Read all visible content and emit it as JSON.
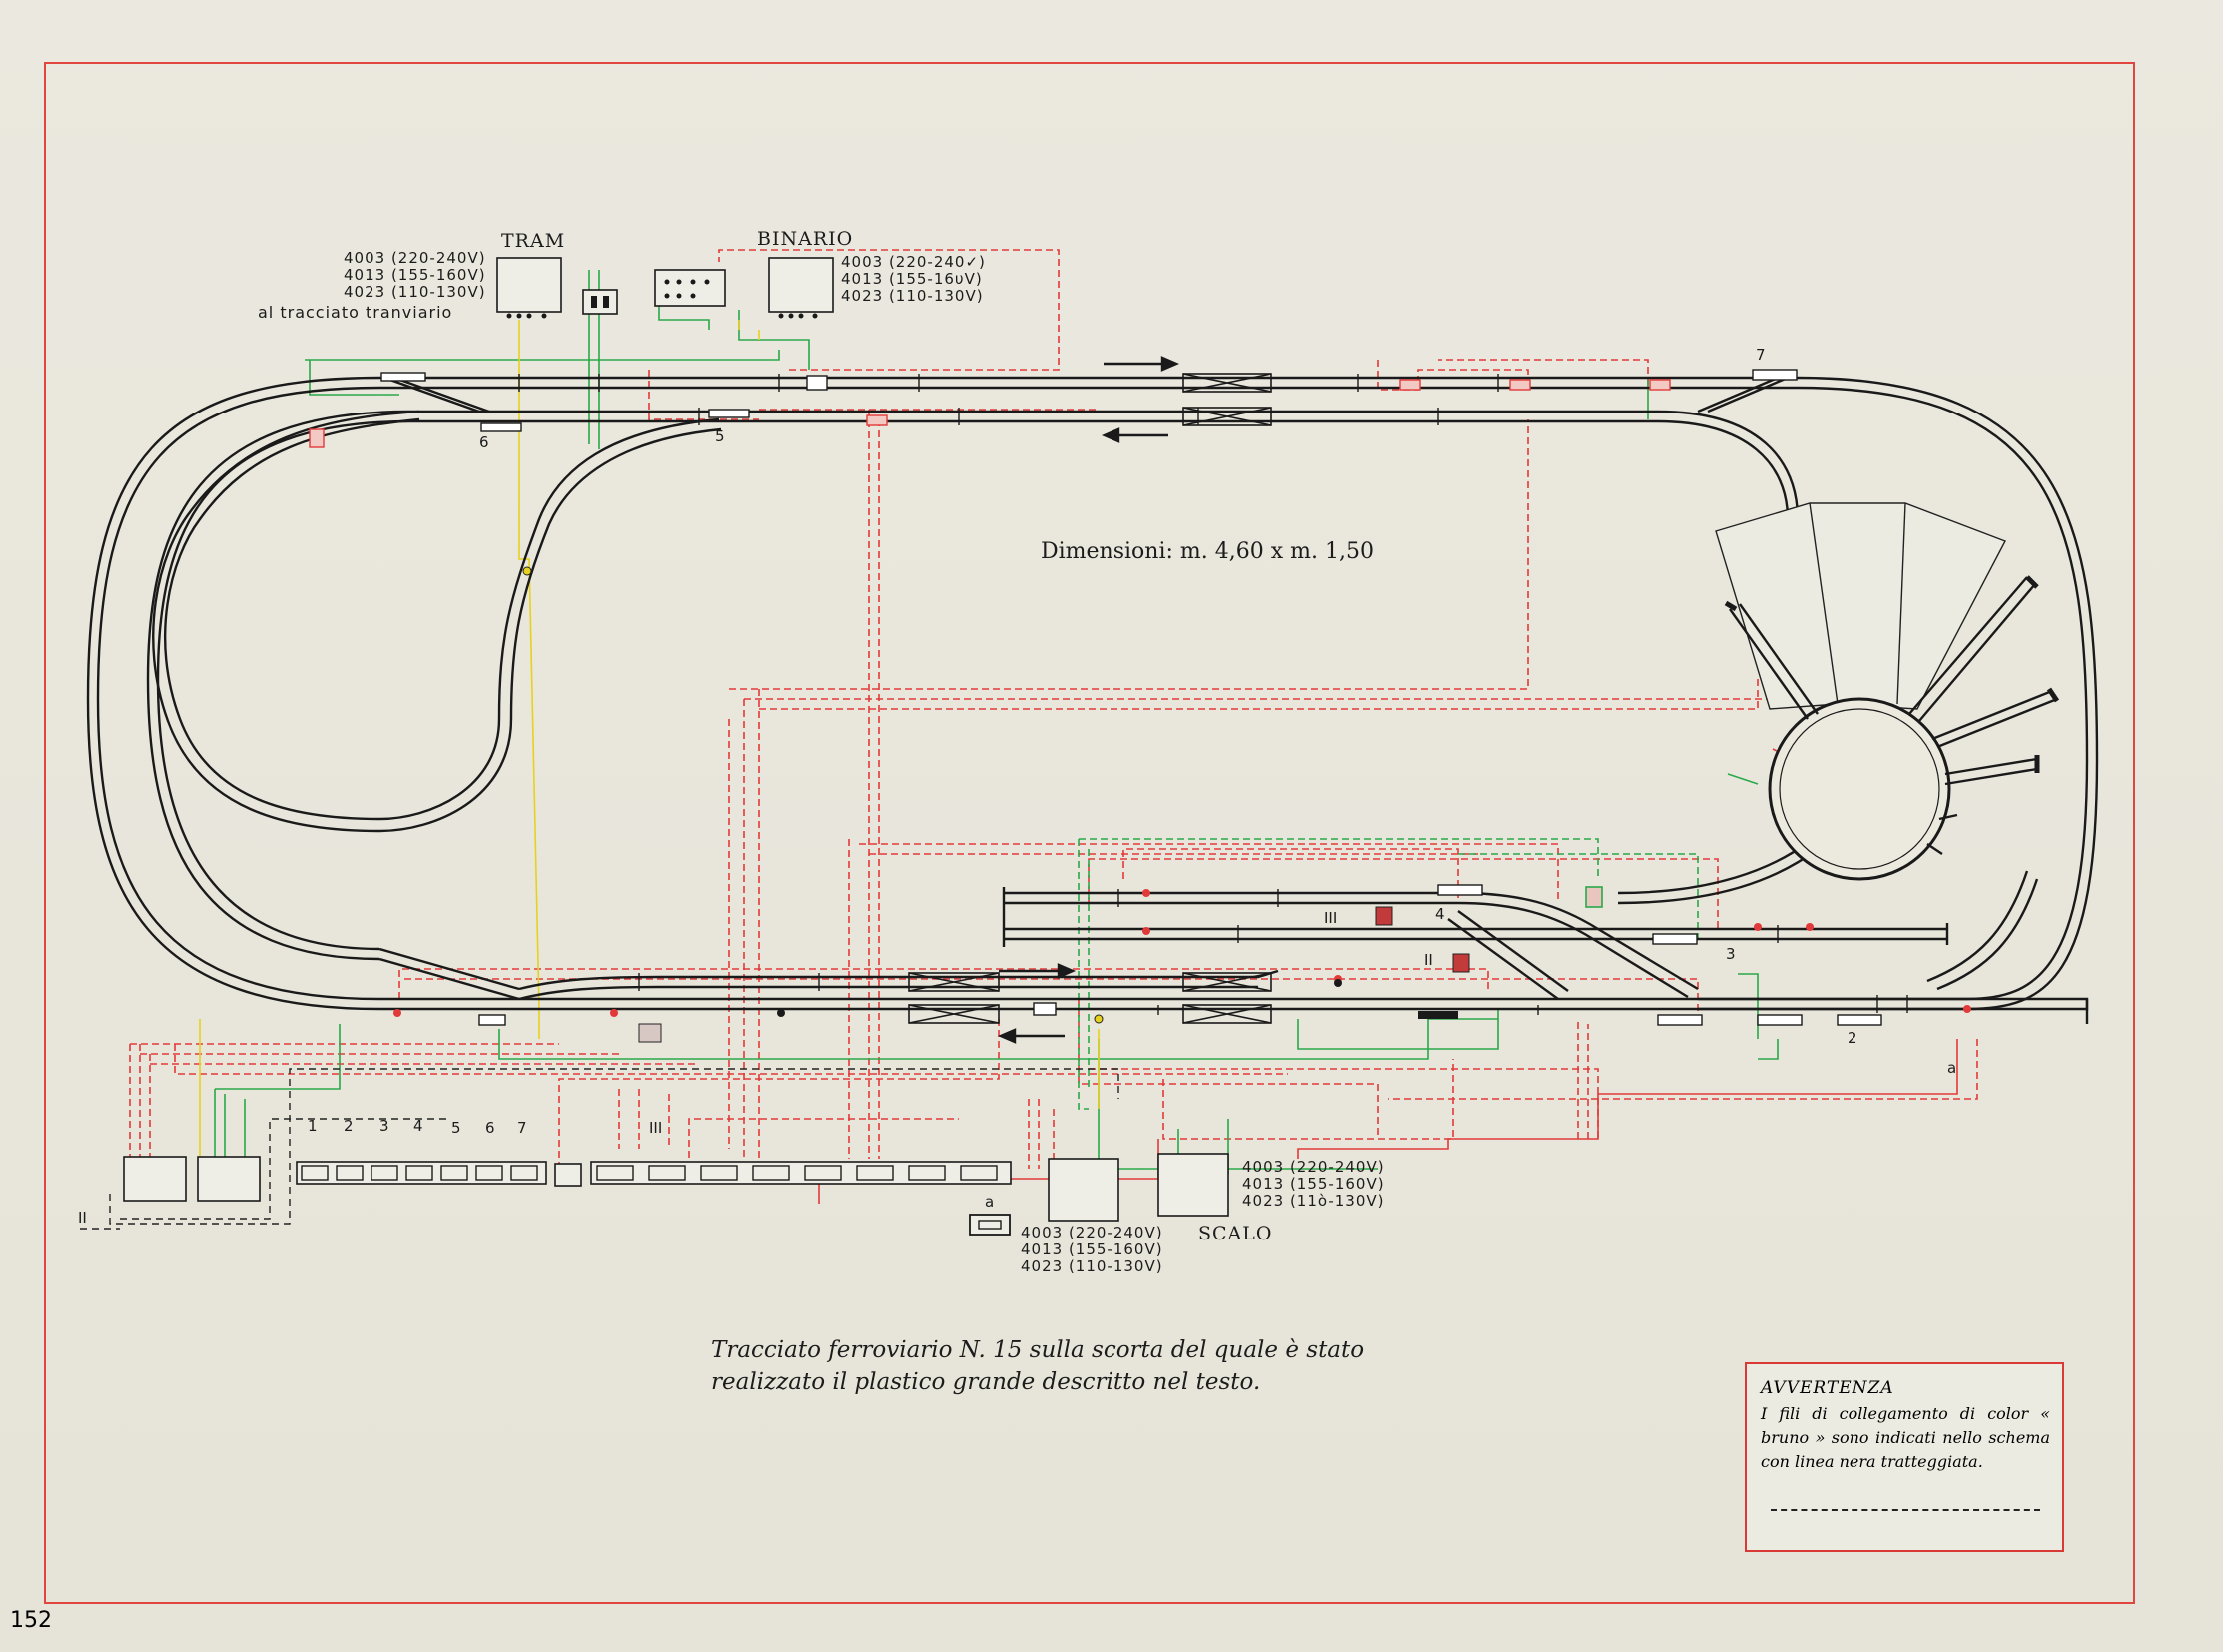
{
  "labels": {
    "tram_title": "TRAM",
    "tram_specs": [
      "4003 (220-240V)",
      "4013 (155-160V)",
      "4023 (110-130V)"
    ],
    "tram_note": "al tracciato tranviario",
    "binario_title": "BINARIO",
    "binario_specs": [
      "4003 (220-240✓)",
      "4013 (155-16υV)",
      "4023 (110-130V)"
    ],
    "scalo_title": "SCALO",
    "scalo_specs": [
      "4003 (220-240V)",
      "4013 (155-160V)",
      "4023 (11ò-130V)"
    ],
    "bottom_specs": [
      "4003 (220-240V)",
      "4013 (155-160V)",
      "4023 (110-130V)"
    ],
    "dimensions": "Dimensioni: m. 4,60 x m. 1,50"
  },
  "track_numbers": [
    "1",
    "2",
    "3",
    "4",
    "5",
    "6",
    "7"
  ],
  "section_labels": [
    "III",
    "II",
    "II",
    "III",
    "a",
    "a"
  ],
  "panel_numbers": [
    "1",
    "2",
    "3",
    "4",
    "5",
    "6",
    "7"
  ],
  "panel_section": "III",
  "caption": "Tracciato ferroviario N. 15 sulla scorta del quale è stato realizzato il plastico grande descritto nel testo.",
  "warning": {
    "title": "AVVERTENZA",
    "body": "I fili di collegamento di color « bruno » sono indicati nello schema con linea nera tratteggiata."
  },
  "page_number": "152",
  "colors": {
    "frame": "#e0463f",
    "track": "#1a1a1a",
    "wire_red": "#e23a3a",
    "wire_green": "#2aa84a",
    "wire_yellow": "#e6d21e",
    "background": "#e9e7dc"
  }
}
